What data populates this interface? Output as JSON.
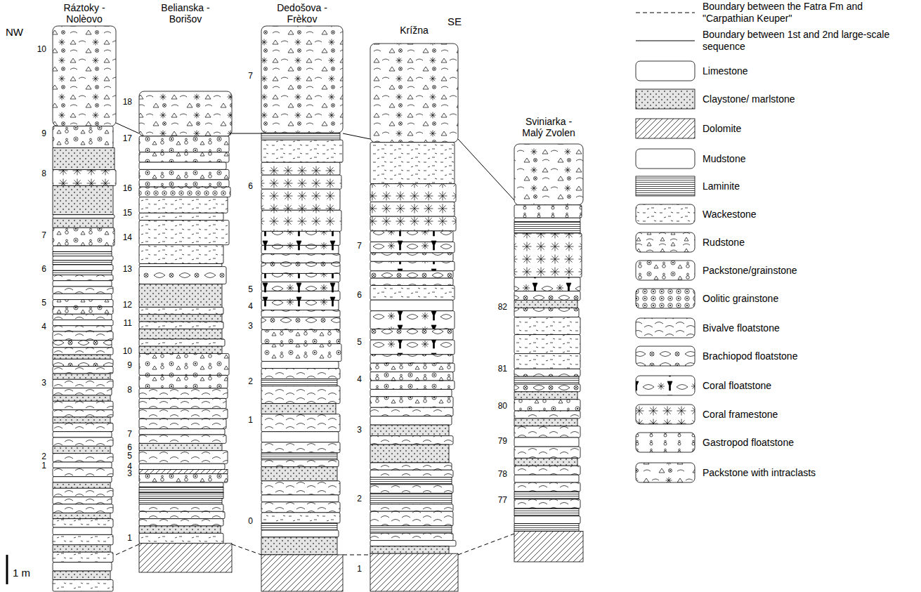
{
  "diagram": {
    "nodes": [
      {
        "text": [
          "Ráztoky - Nolèovo"
        ]
      },
      {
        "text": [
          "Belianska - Borišov"
        ]
      },
      {
        "text": [
          "Dedošova - Frèkov"
        ]
      },
      {
        "text": [
          "Krížna"
        ]
      },
      {
        "text": [
          "Sviniarka - Malý Zvolen"
        ]
      }
    ],
    "edges": [
      {
        "from": 0,
        "to": 1,
        "arrow": "none"
      },
      {
        "from": 1,
        "to": 2,
        "arrow": "none"
      },
      {
        "from": 2,
        "to": 3,
        "arrow": "none"
      },
      {
        "from": 3,
        "to": 4,
        "arrow": "none"
      },
      {
        "from": 0,
        "to": 1,
        "arrow": "none"
      },
      {
        "from": 1,
        "to": 2,
        "arrow": "none"
      },
      {
        "from": 2,
        "to": 3,
        "arrow": "none"
      },
      {
        "from": 3,
        "to": 4,
        "arrow": "none"
      }
    ],
    "labels": [
      "NW",
      "SE",
      "1 m",
      "10",
      "9",
      "8",
      "7",
      "6",
      "5",
      "4",
      "3",
      "2",
      "1",
      "18",
      "17",
      "16",
      "15",
      "14",
      "13",
      "12",
      "11",
      "10",
      "9",
      "8",
      "7",
      "6",
      "5",
      "4",
      "3",
      "1",
      "7",
      "6",
      "5",
      "4",
      "3",
      "2",
      "1",
      "0",
      "7",
      "6",
      "5",
      "4",
      "3",
      "2",
      "1",
      "82",
      "81",
      "80",
      "79",
      "78",
      "77"
    ],
    "legend": [
      {
        "text": "Boundary between the Fatra Fm and \"Carpathian Keuper\""
      },
      {
        "text": "Boundary between 1st and 2nd large-scale sequence"
      },
      {
        "text": "Limestone"
      },
      {
        "text": "Claystone/ marlstone"
      },
      {
        "text": "Dolomite"
      },
      {
        "text": "Mudstone"
      },
      {
        "text": "Laminite"
      },
      {
        "text": "Wackestone"
      },
      {
        "text": "Rudstone"
      },
      {
        "text": "Packstone/grainstone"
      },
      {
        "text": "Oolitic grainstone"
      },
      {
        "text": "Bivalve floatstone"
      },
      {
        "text": "Brachiopod floatstone"
      },
      {
        "text": "Coral floatstone"
      },
      {
        "text": "Coral framestone"
      },
      {
        "text": "Gastropod floatstone"
      },
      {
        "text": "Packstone with intraclasts"
      }
    ]
  }
}
